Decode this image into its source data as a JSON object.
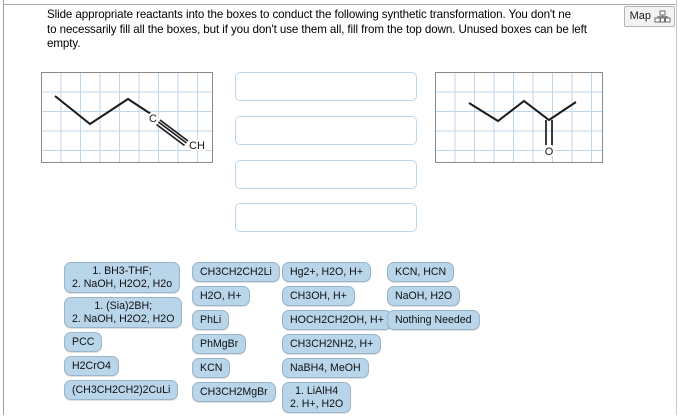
{
  "instructions": {
    "line1": "Slide appropriate reactants into the boxes to conduct the following synthetic transformation.  You don't ne",
    "line2": "to necessarily fill all the boxes, but if you don't use them all, fill from the top down.  Unused boxes can be left",
    "line3": "empty."
  },
  "map_button": {
    "label": "Map",
    "icon": "hierarchy-tree-icon"
  },
  "structures": {
    "reactant": {
      "name": "terminal-alkyne",
      "atom_labels": [
        "C",
        "CH"
      ],
      "bond_type": "triple"
    },
    "product": {
      "name": "ketone",
      "atom_labels": [
        "O"
      ],
      "bond_type": "double"
    }
  },
  "drop_boxes": [
    {
      "index": 1,
      "value": ""
    },
    {
      "index": 2,
      "value": ""
    },
    {
      "index": 3,
      "value": ""
    },
    {
      "index": 4,
      "value": ""
    }
  ],
  "reactants": {
    "column1": [
      {
        "lines": [
          "1.  BH3-THF;",
          "2. NaOH, H2O2, H2o"
        ]
      },
      {
        "lines": [
          "1. (Sia)2BH;",
          "2.  NaOH, H2O2, H2O"
        ]
      },
      {
        "lines": [
          "PCC"
        ]
      },
      {
        "lines": [
          "H2CrO4"
        ]
      },
      {
        "lines": [
          "(CH3CH2CH2)2CuLi"
        ]
      }
    ],
    "column2": [
      {
        "lines": [
          "CH3CH2CH2Li"
        ]
      },
      {
        "lines": [
          "H2O, H+"
        ]
      },
      {
        "lines": [
          "PhLi"
        ]
      },
      {
        "lines": [
          "PhMgBr"
        ]
      },
      {
        "lines": [
          "KCN"
        ]
      },
      {
        "lines": [
          "CH3CH2MgBr"
        ]
      }
    ],
    "column3": [
      {
        "lines": [
          "Hg2+, H2O, H+"
        ]
      },
      {
        "lines": [
          "CH3OH, H+"
        ]
      },
      {
        "lines": [
          "HOCH2CH2OH, H+"
        ]
      },
      {
        "lines": [
          "CH3CH2NH2, H+"
        ]
      },
      {
        "lines": [
          "NaBH4, MeOH"
        ]
      },
      {
        "lines": [
          "1.  LiAlH4",
          "2.  H+, H2O"
        ]
      }
    ],
    "column4": [
      {
        "lines": [
          "KCN, HCN"
        ]
      },
      {
        "lines": [
          "NaOH, H2O"
        ]
      },
      {
        "lines": [
          "Nothing Needed"
        ]
      }
    ]
  },
  "colors": {
    "chip_fill": "#b9d5ea",
    "chip_border": "#9ab4c8",
    "grid_line": "#bdd7ee",
    "drop_box_border": "#bdd7f0",
    "panel_border": "#8a8a8a"
  }
}
